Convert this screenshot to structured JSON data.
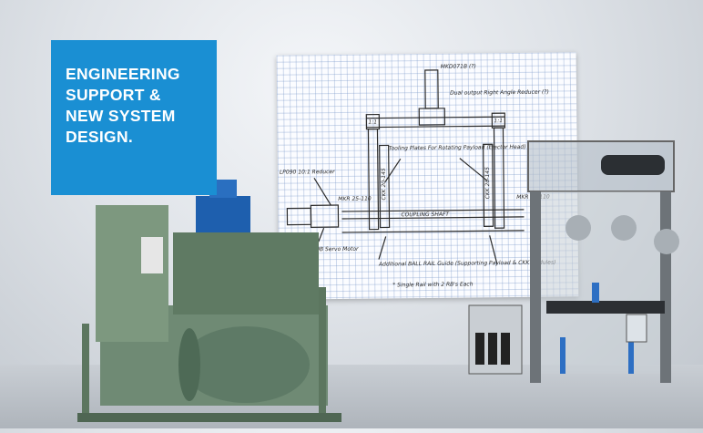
{
  "badge": {
    "line1": "ENGINEERING",
    "line2": "SUPPORT &",
    "line3": "NEW SYSTEM",
    "line4": "DESIGN."
  },
  "sketch": {
    "top_part": "MKD071B (?)",
    "reducer": "Dual output Right Angle Reducer (?)",
    "ratio_left": "1:1",
    "ratio_right": "1:1",
    "tooling": "Tooling Plates For Rotating Payload (Ejector Head)",
    "lp_reducer": "LP090 10:1 Reducer",
    "ckk_left": "CKK 20-145",
    "ckk_right": "CKK 20-145",
    "mkr_left": "MKR 25-110",
    "mkr_right": "MKR 25-110",
    "shaft": "COUPLING SHAFT",
    "motor": "MKD090B Servo Motor",
    "guide": "Additional BALL RAIL Guide (Supporting Payload & CKK Modules)",
    "note": "* Single Rail with 2 RB's Each"
  },
  "colors": {
    "badge_bg": "#1a8fd3",
    "hydraulic_green": "#6f8a74",
    "valve_blue": "#1e5fae"
  }
}
